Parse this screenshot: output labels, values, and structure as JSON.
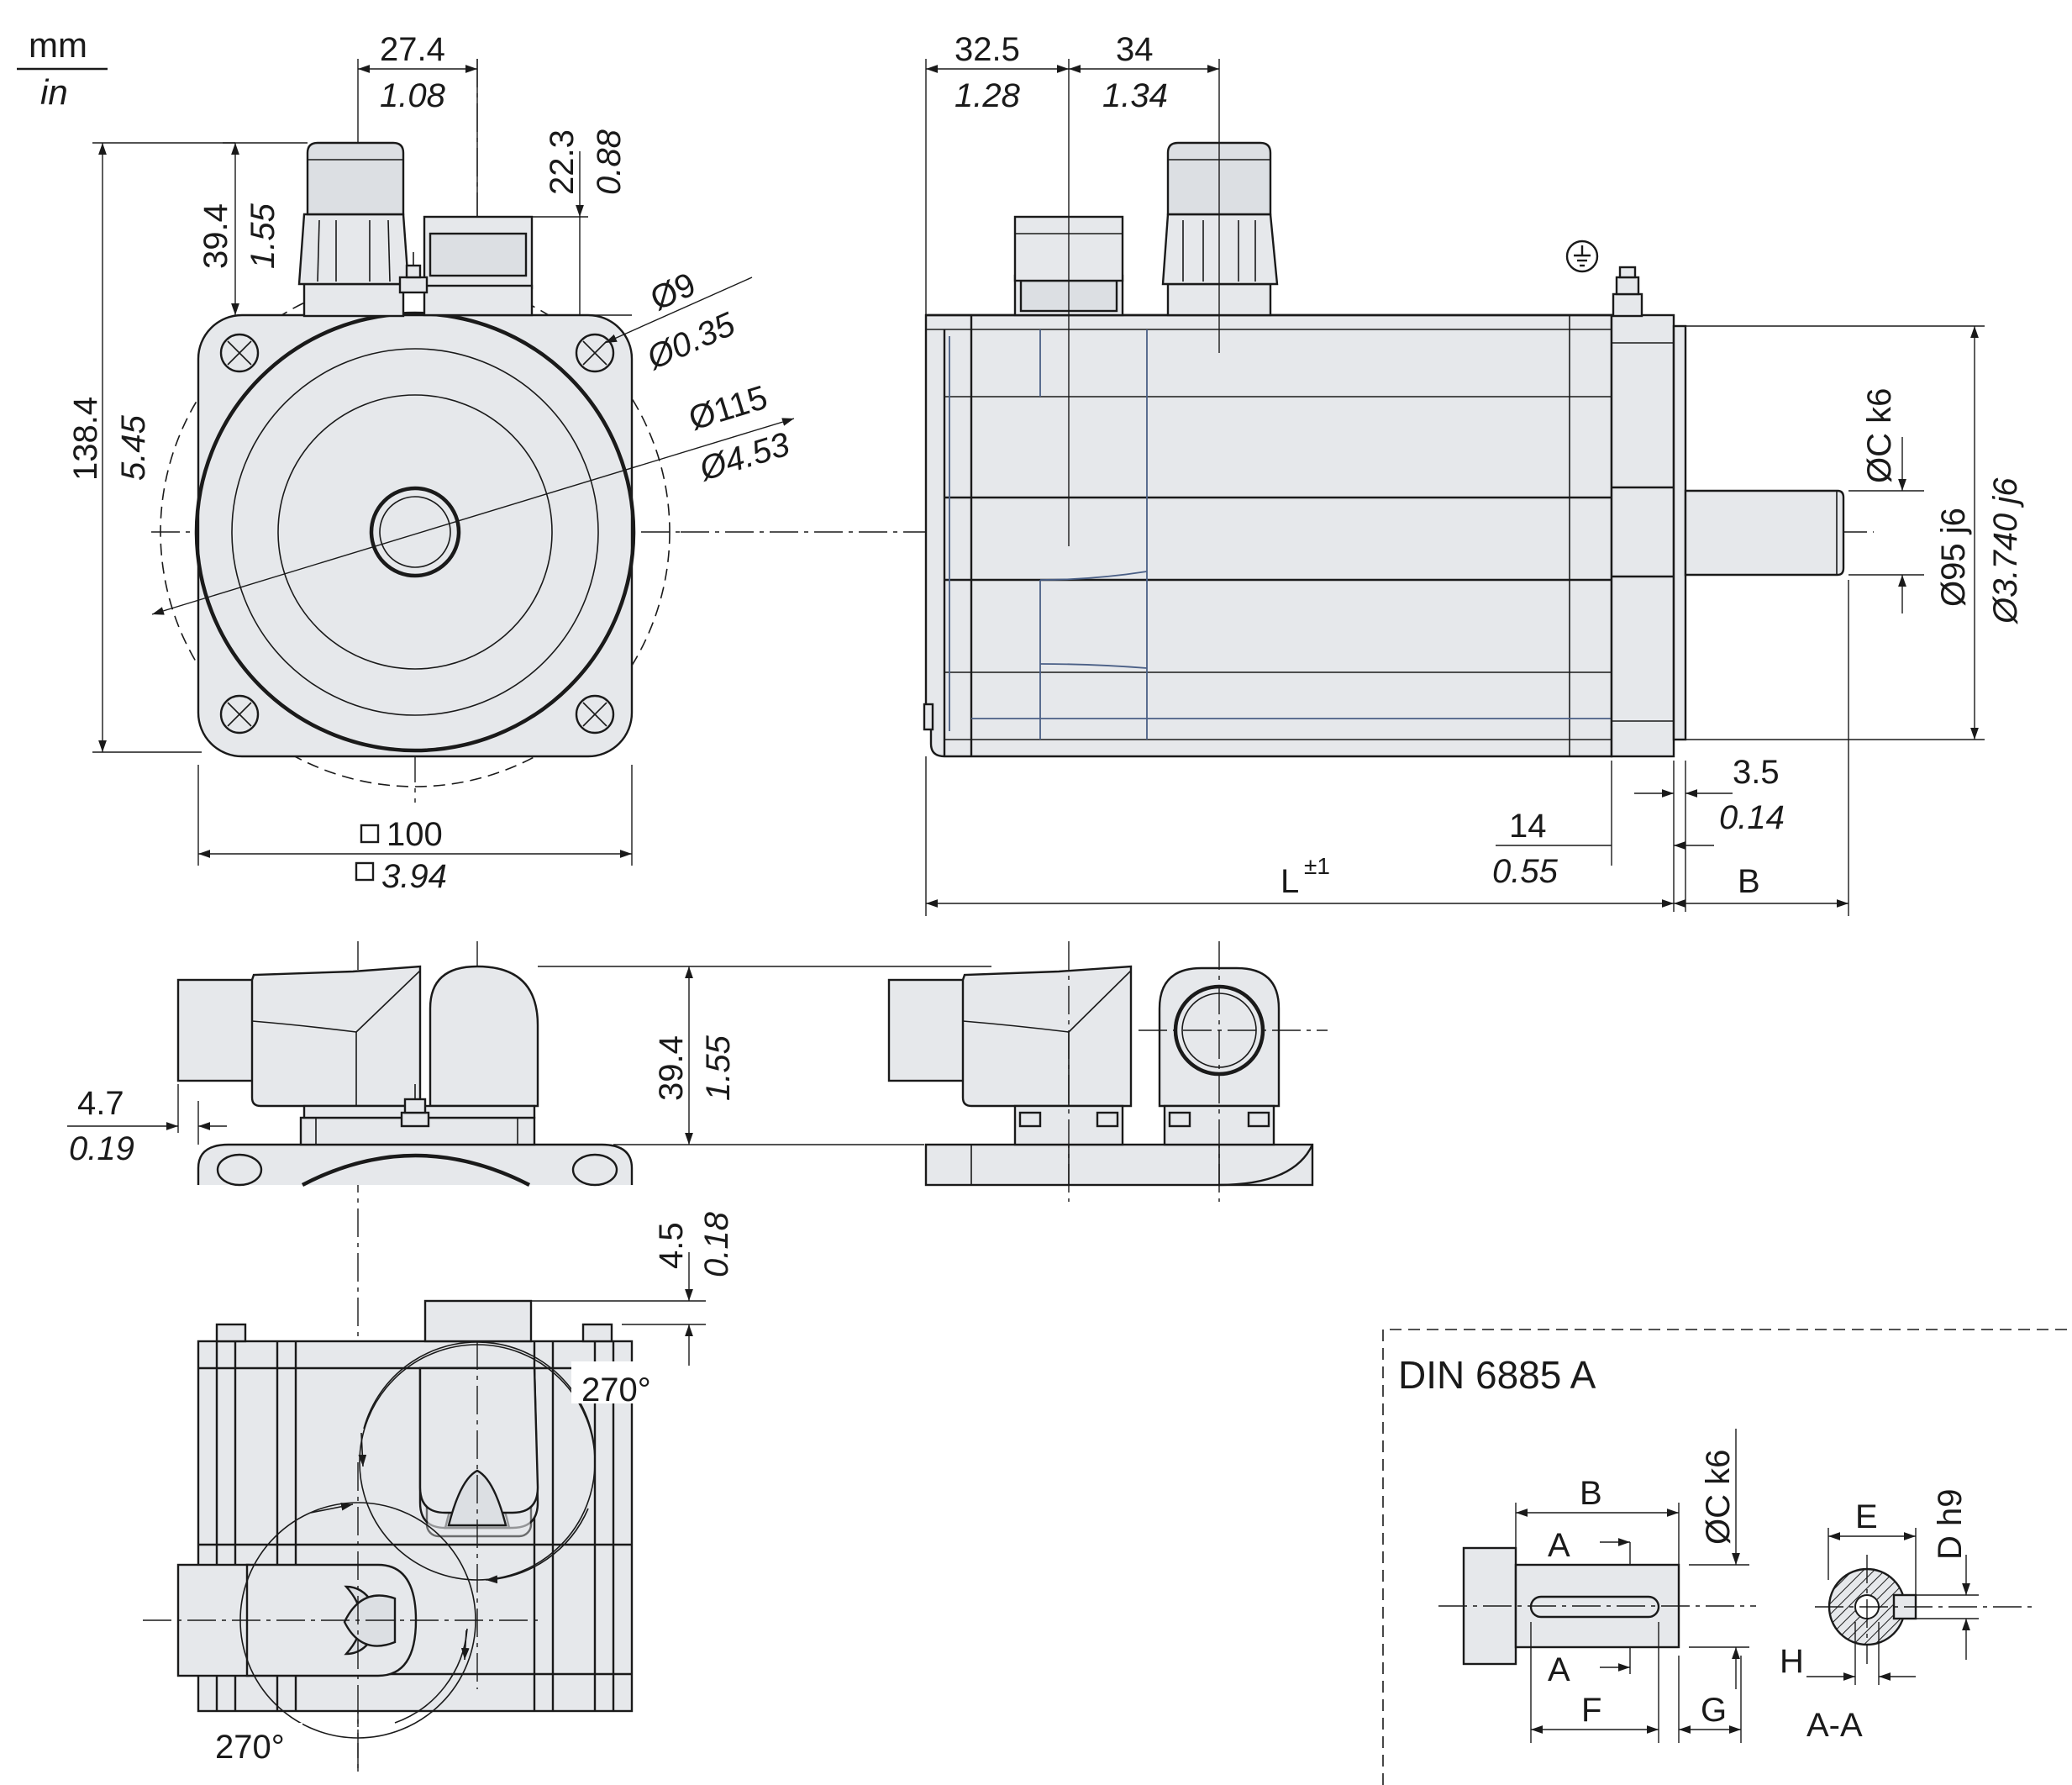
{
  "units": {
    "mm": "mm",
    "in": "in"
  },
  "front_view": {
    "conn_offset": {
      "mm": "27.4",
      "in": "1.08"
    },
    "conn_height": {
      "mm": "39.4",
      "in": "1.55"
    },
    "conn2_height": {
      "mm": "22.3",
      "in": "0.88"
    },
    "hole_dia": {
      "mm": "Ø9",
      "in": "Ø0.35"
    },
    "bolt_circle": {
      "mm": "Ø115",
      "in": "Ø4.53"
    },
    "overall_height": {
      "mm": "138.4",
      "in": "5.45"
    },
    "flange_square": {
      "mm": "100",
      "in": "3.94"
    }
  },
  "side_view": {
    "conn1_pos": {
      "mm": "32.5",
      "in": "1.28"
    },
    "conn2_pos": {
      "mm": "34",
      "in": "1.34"
    },
    "shaft_dia": "ØC k6",
    "pilot_dia": {
      "mm": "Ø95 j6",
      "in": "Ø3.740 j6"
    },
    "pilot_depth": {
      "mm": "3.5",
      "in": "0.14"
    },
    "flange_thk": {
      "mm": "14",
      "in": "0.55"
    },
    "length": "L",
    "length_tol": "±1",
    "shaft_len": "B"
  },
  "mid_view": {
    "conn_offset": {
      "mm": "4.7",
      "in": "0.19"
    },
    "conn_height": {
      "mm": "39.4",
      "in": "1.55"
    }
  },
  "top_view": {
    "conn_protrusion": {
      "mm": "4.5",
      "in": "0.18"
    },
    "rotation1": "270°",
    "rotation2": "270°"
  },
  "detail": {
    "title": "DIN 6885 A",
    "key_len": "B",
    "section_mark_top": "A",
    "section_mark_bot": "A",
    "key_pos": "F",
    "shoulder": "G",
    "shaft_dia": "ØC k6",
    "key_width": "E",
    "key_height": "D h9",
    "center_hole": "H",
    "section_label": "A-A"
  }
}
